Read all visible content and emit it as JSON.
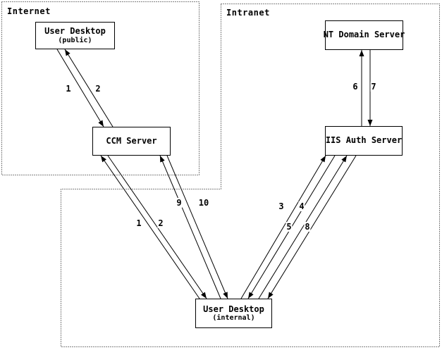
{
  "diagram": {
    "regions": [
      {
        "id": "internet",
        "label": "Internet"
      },
      {
        "id": "intranet",
        "label": "Intranet"
      }
    ],
    "nodes": [
      {
        "id": "user-desktop-public",
        "title": "User Desktop",
        "subtitle": "(public)"
      },
      {
        "id": "nt-domain-server",
        "title": "NT Domain Server"
      },
      {
        "id": "ccm-server",
        "title": "CCM Server"
      },
      {
        "id": "iis-auth-server",
        "title": "IIS Auth Server"
      },
      {
        "id": "user-desktop-internal",
        "title": "User Desktop",
        "subtitle": "(internal)"
      }
    ],
    "arrow_labels": [
      "1",
      "2",
      "1",
      "2",
      "9",
      "10",
      "3",
      "4",
      "5",
      "8",
      "6",
      "7"
    ],
    "arrows": [
      {
        "label": "1",
        "from": "User Desktop (public)",
        "to": "CCM Server"
      },
      {
        "label": "2",
        "from": "CCM Server",
        "to": "User Desktop (public)"
      },
      {
        "label": "1",
        "from": "User Desktop (internal)",
        "to": "CCM Server"
      },
      {
        "label": "2",
        "from": "CCM Server",
        "to": "User Desktop (internal)"
      },
      {
        "label": "9",
        "from": "User Desktop (internal)",
        "to": "CCM Server"
      },
      {
        "label": "10",
        "from": "CCM Server",
        "to": "User Desktop (internal)"
      },
      {
        "label": "3",
        "from": "User Desktop (internal)",
        "to": "IIS Auth Server"
      },
      {
        "label": "4",
        "from": "IIS Auth Server",
        "to": "User Desktop (internal)"
      },
      {
        "label": "5",
        "from": "User Desktop (internal)",
        "to": "IIS Auth Server"
      },
      {
        "label": "8",
        "from": "IIS Auth Server",
        "to": "User Desktop (internal)"
      },
      {
        "label": "6",
        "from": "IIS Auth Server",
        "to": "NT Domain Server"
      },
      {
        "label": "7",
        "from": "NT Domain Server",
        "to": "IIS Auth Server"
      }
    ],
    "colors": {
      "line": "#000000",
      "background": "#ffffff"
    }
  }
}
